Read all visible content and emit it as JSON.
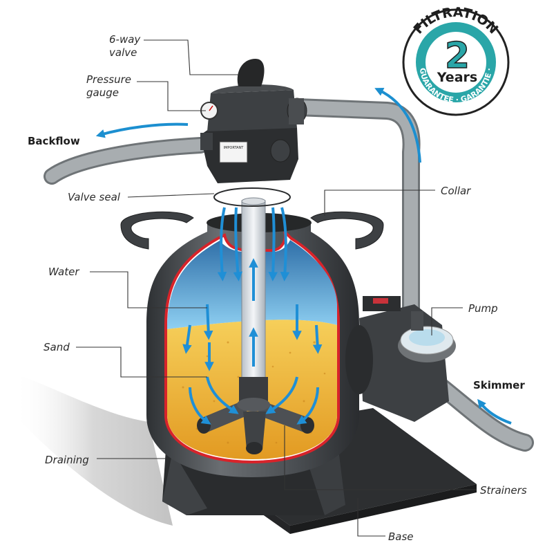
{
  "labels": {
    "six_way_valve": [
      "6-way",
      "valve"
    ],
    "pressure_gauge": [
      "Pressure",
      "gauge"
    ],
    "backflow": "Backflow",
    "valve_seal": "Valve seal",
    "collar": "Collar",
    "water": "Water",
    "sand": "Sand",
    "pump": "Pump",
    "skimmer": "Skimmer",
    "draining": "Draining",
    "strainers": "Strainers",
    "base": "Base"
  },
  "badge": {
    "top_text": "FILTRATION",
    "bottom_text": "GUARANTEE · GARANTIE ·",
    "number": "2",
    "unit": "Years"
  },
  "valve_sticker": "IMPORTANT",
  "colors": {
    "flow_arrow": "#1c8fd0",
    "badge_teal": "#2aa6a8",
    "sand": "#e9a92a",
    "water": "#6fb6e4",
    "tank_outline": "#d8232a",
    "body_dark": "#3a3d40",
    "hose": "#9a9ea1"
  }
}
